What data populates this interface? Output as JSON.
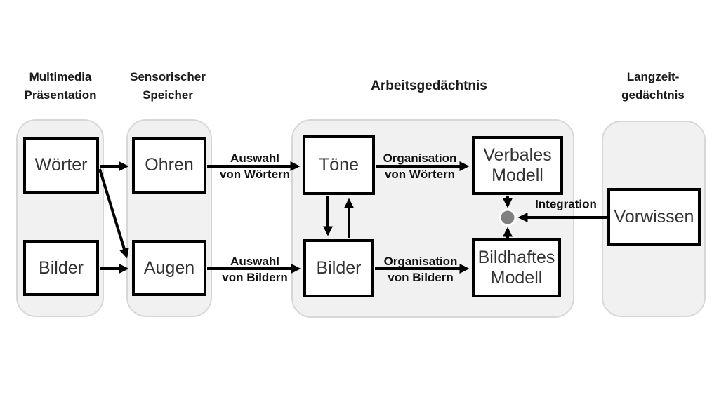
{
  "headers": [
    {
      "id": "multimedia",
      "text": "Multimedia\nPräsentation"
    },
    {
      "id": "sensorischer",
      "text": "Sensorischer\nSpeicher"
    },
    {
      "id": "arbeitsgedaechtnis",
      "text": "Arbeitsgedächtnis"
    },
    {
      "id": "langzeit",
      "text": "Langzeit-\ngedächtnis"
    }
  ],
  "boxes": {
    "woerter": "Wörter",
    "bilder_praesentation": "Bilder",
    "ohren": "Ohren",
    "augen": "Augen",
    "toene": "Töne",
    "bilder_arbeitsgedaechtnis": "Bilder",
    "verbales_modell": "Verbales\nModell",
    "bildhaftes_modell": "Bildhaftes\nModell",
    "vorwissen": "Vorwissen"
  },
  "arrow_labels": {
    "auswahl_woerter": "Auswahl\nvon Wörtern",
    "auswahl_bilder": "Auswahl\nvon Bildern",
    "organisation_woerter": "Organisation\nvon Wörtern",
    "organisation_bilder": "Organisation\nvon Bildern",
    "integration": "Integration"
  },
  "colors": {
    "container_fill": "#f1f1f2",
    "container_border": "#d7d7d7",
    "box_border": "#000000",
    "arrow": "#000000",
    "dot_fill": "#7f7f7f",
    "dot_ring": "#ffffff",
    "header_text": "#1a1a1a",
    "box_text": "#333333",
    "label_text": "#111111"
  }
}
